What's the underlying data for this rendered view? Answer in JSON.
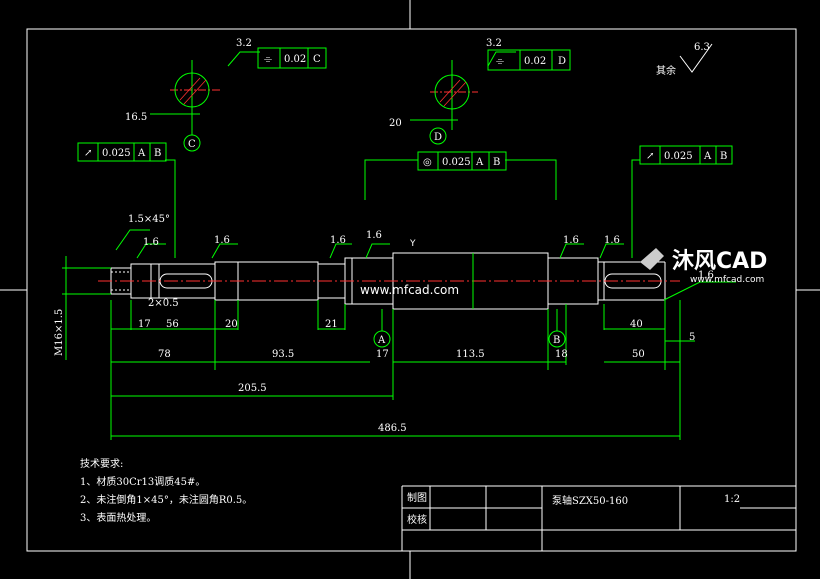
{
  "title_block": {
    "drawn_label": "制图",
    "checked_label": "校核",
    "part_name": "泵轴SZX50-160",
    "scale": "1:2"
  },
  "notes": {
    "heading": "技术要求:",
    "items": [
      "1、材质30Cr13调质45#。",
      "2、未注倒角1×45°，未注圆角R0.5。",
      "3、表面热处理。"
    ]
  },
  "roughness_other": {
    "label": "其余",
    "value": "6.3"
  },
  "watermarks": {
    "top": "沐风CAD",
    "top_sub": "www.mfcad.com",
    "center": "www.mfcad.com"
  },
  "dims": {
    "d17": "17",
    "d56": "56",
    "d20": "20",
    "d21": "21",
    "d17b": "17",
    "d1135": "113.5",
    "d18": "18",
    "d40": "40",
    "d5": "5",
    "d50": "50",
    "d78": "78",
    "d935": "93.5",
    "d2055": "205.5",
    "d4865": "486.5",
    "chamfer": "1.5×45°",
    "groove": "2×0.5",
    "thread": "M16×1.5",
    "kw1": "16.5",
    "kw2": "20",
    "r16a": "1.6",
    "r16b": "1.6",
    "r16c": "1.6",
    "r16d": "1.6",
    "r16e": "1.6",
    "r16f": "1.6",
    "r32a": "3.2",
    "r32b": "3.2",
    "r16g": "1.6"
  },
  "frames": {
    "sec_c": {
      "symbol": "⌯",
      "tol": "0.02",
      "datum": "C"
    },
    "sec_d": {
      "symbol": "⌯",
      "tol": "0.02",
      "datum": "D"
    },
    "runout_left": {
      "symbol": "↗",
      "tol": "0.025",
      "datum1": "A",
      "datum2": "B"
    },
    "concentric": {
      "symbol": "◎",
      "tol": "0.025",
      "datum1": "A",
      "datum2": "B"
    },
    "runout_right": {
      "symbol": "↗",
      "tol": "0.025",
      "datum1": "A",
      "datum2": "B"
    }
  },
  "datums": {
    "A": "A",
    "B": "B",
    "C": "C",
    "D": "D"
  },
  "colors": {
    "outline": "#ffffff",
    "dimension": "#00ff00",
    "center": "#ff3030",
    "text": "#ffff66"
  }
}
